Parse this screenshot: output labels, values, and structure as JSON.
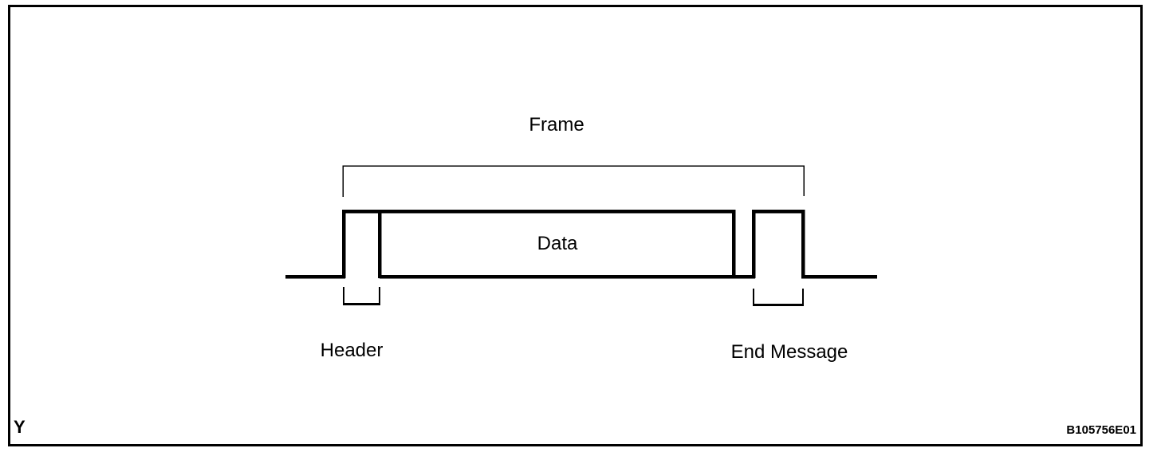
{
  "figure": {
    "frame_label": "Frame",
    "data_label": "Data",
    "header_label": "Header",
    "end_message_label": "End Message",
    "page_marker": "Y",
    "figure_code": "B105756E01",
    "colors": {
      "line": "#000000",
      "background": "#ffffff"
    }
  }
}
